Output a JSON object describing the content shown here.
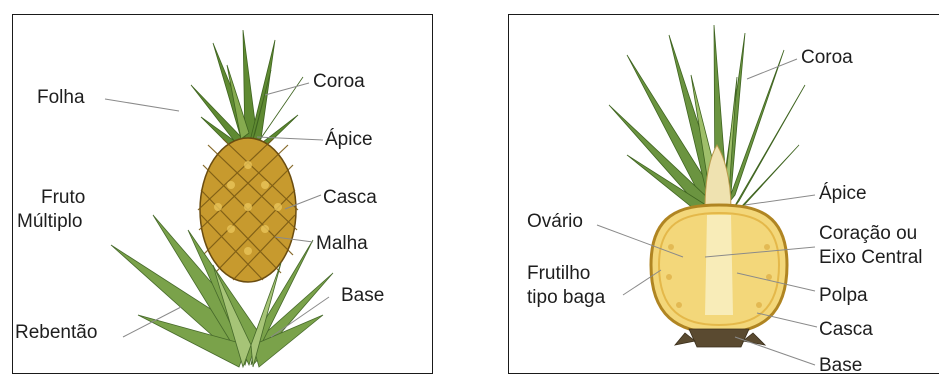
{
  "left_panel": {
    "labels": {
      "folha": "Folha",
      "coroa": "Coroa",
      "apice": "Ápice",
      "fruto_1": "Fruto",
      "fruto_2": "Múltiplo",
      "casca": "Casca",
      "malha": "Malha",
      "base": "Base",
      "rebentao": "Rebentão"
    }
  },
  "right_panel": {
    "labels": {
      "coroa": "Coroa",
      "apice": "Ápice",
      "ovario": "Ovário",
      "coracao_1": "Coração ou",
      "coracao_2": "Eixo Central",
      "frutilho_1": "Frutilho",
      "frutilho_2": "tipo baga",
      "polpa": "Polpa",
      "casca": "Casca",
      "base": "Base"
    }
  },
  "colors": {
    "leaf_dark": "#4f7a2a",
    "leaf_light": "#9fbf6a",
    "fruit_gold": "#c79a2e",
    "fruit_dark": "#7a5a14",
    "flesh": "#f3d77a",
    "core": "#f8ecb8",
    "leader_line": "#8a8a8a"
  }
}
